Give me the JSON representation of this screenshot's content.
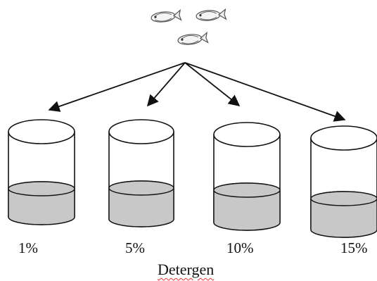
{
  "beakers": [
    {
      "label": "1%"
    },
    {
      "label": "5%"
    },
    {
      "label": "10%"
    },
    {
      "label": "15%"
    }
  ],
  "caption": "Detergen",
  "icons": {
    "fish": "fish-icon",
    "beaker": "beaker-icon",
    "arrow": "arrow-icon"
  },
  "colors": {
    "liquid": "#c8c8c8",
    "outline": "#111111"
  }
}
